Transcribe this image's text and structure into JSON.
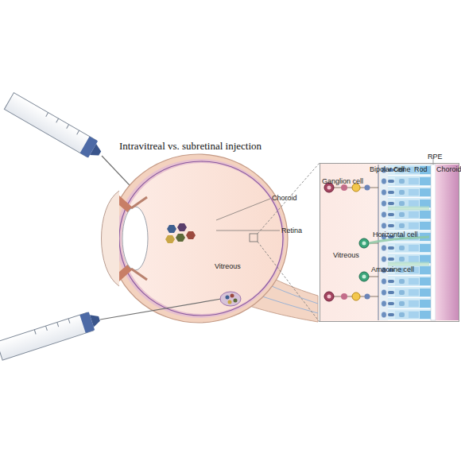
{
  "diagram": {
    "title": "Intravitreal vs. subretinal injection",
    "nodes": [
      {
        "text": [
          "Bipolar cell",
          "Cone",
          "Rod",
          "RPE",
          "Choroid",
          "Ganglion cell",
          "Horizontal cell",
          "Vitreous",
          "Amacrine cell"
        ]
      }
    ],
    "labels": [
      "Choroid",
      "Retina",
      "Vitreous"
    ]
  }
}
